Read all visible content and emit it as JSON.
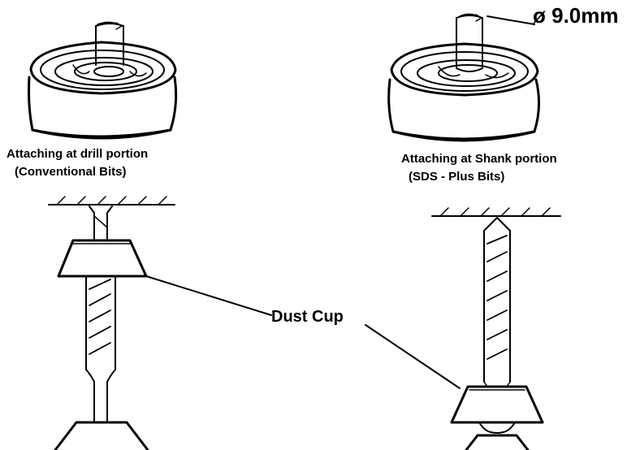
{
  "diagram": {
    "diameter_label": "9.0mm",
    "diameter_symbol": "ø",
    "left": {
      "caption_line1": "Attaching at drill portion",
      "caption_line2": "(Conventional Bits)"
    },
    "right": {
      "caption_line1": "Attaching at Shank portion",
      "caption_line2": "(SDS - Plus Bits)"
    },
    "callout": "Dust Cup"
  },
  "colors": {
    "ink": "#000000",
    "paper": "#ffffff"
  }
}
